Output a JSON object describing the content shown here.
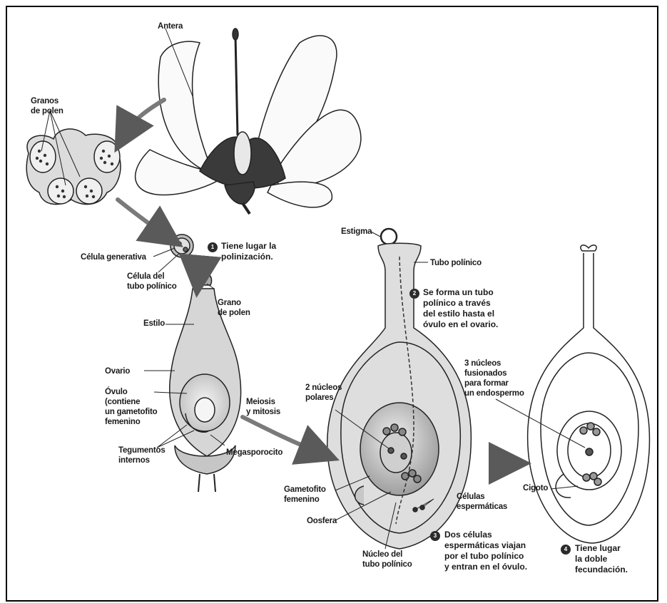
{
  "labels": {
    "antera": "Antera",
    "granos_polen": [
      "Granos",
      "de polen"
    ],
    "celula_generativa": "Célula generativa",
    "celula_tubo": [
      "Célula del",
      "tubo polínico"
    ],
    "grano_polen": [
      "Grano",
      "de polen"
    ],
    "estilo": "Estilo",
    "ovario": "Ovario",
    "ovulo": [
      "Óvulo",
      "(contiene",
      "un gametofito",
      "femenino"
    ],
    "meiosis": [
      "Meiosis",
      "y mitosis"
    ],
    "tegumentos": [
      "Tegumentos",
      "internos"
    ],
    "megasporocito": "Megasporocito",
    "estigma": "Estigma",
    "tubo_polinico": "Tubo polínico",
    "nucleos_polares": [
      "2 núcleos",
      "polares"
    ],
    "gametofito": [
      "Gametofito",
      "femenino"
    ],
    "celulas_espermaticas": [
      "Células",
      "espermáticas"
    ],
    "oosfera": "Oosfera",
    "nucleo_tubo": [
      "Núcleo del",
      "tubo polínico"
    ],
    "tres_nucleos": [
      "3 núcleos",
      "fusionados",
      "para formar",
      "un endospermo"
    ],
    "cigoto": "Cigoto"
  },
  "steps": {
    "s1": {
      "num": "1",
      "lines": [
        "Tiene lugar la",
        "polinización."
      ]
    },
    "s2": {
      "num": "2",
      "lines": [
        "Se forma un tubo",
        "polínico a través",
        "del estilo hasta el",
        "óvulo en el ovario."
      ]
    },
    "s3": {
      "num": "3",
      "lines": [
        "Dos células",
        "espermáticas viajan",
        "por el tubo polínico",
        "y entran en el óvulo."
      ]
    },
    "s4": {
      "num": "4",
      "lines": [
        "Tiene lugar",
        "la doble",
        "fecundación."
      ]
    }
  },
  "colors": {
    "tissue_light": "#e6e6e6",
    "tissue_mid": "#cfcfcf",
    "tissue_dark": "#9a9a9a",
    "line": "#222222",
    "arrow": "#7a7a7a"
  }
}
